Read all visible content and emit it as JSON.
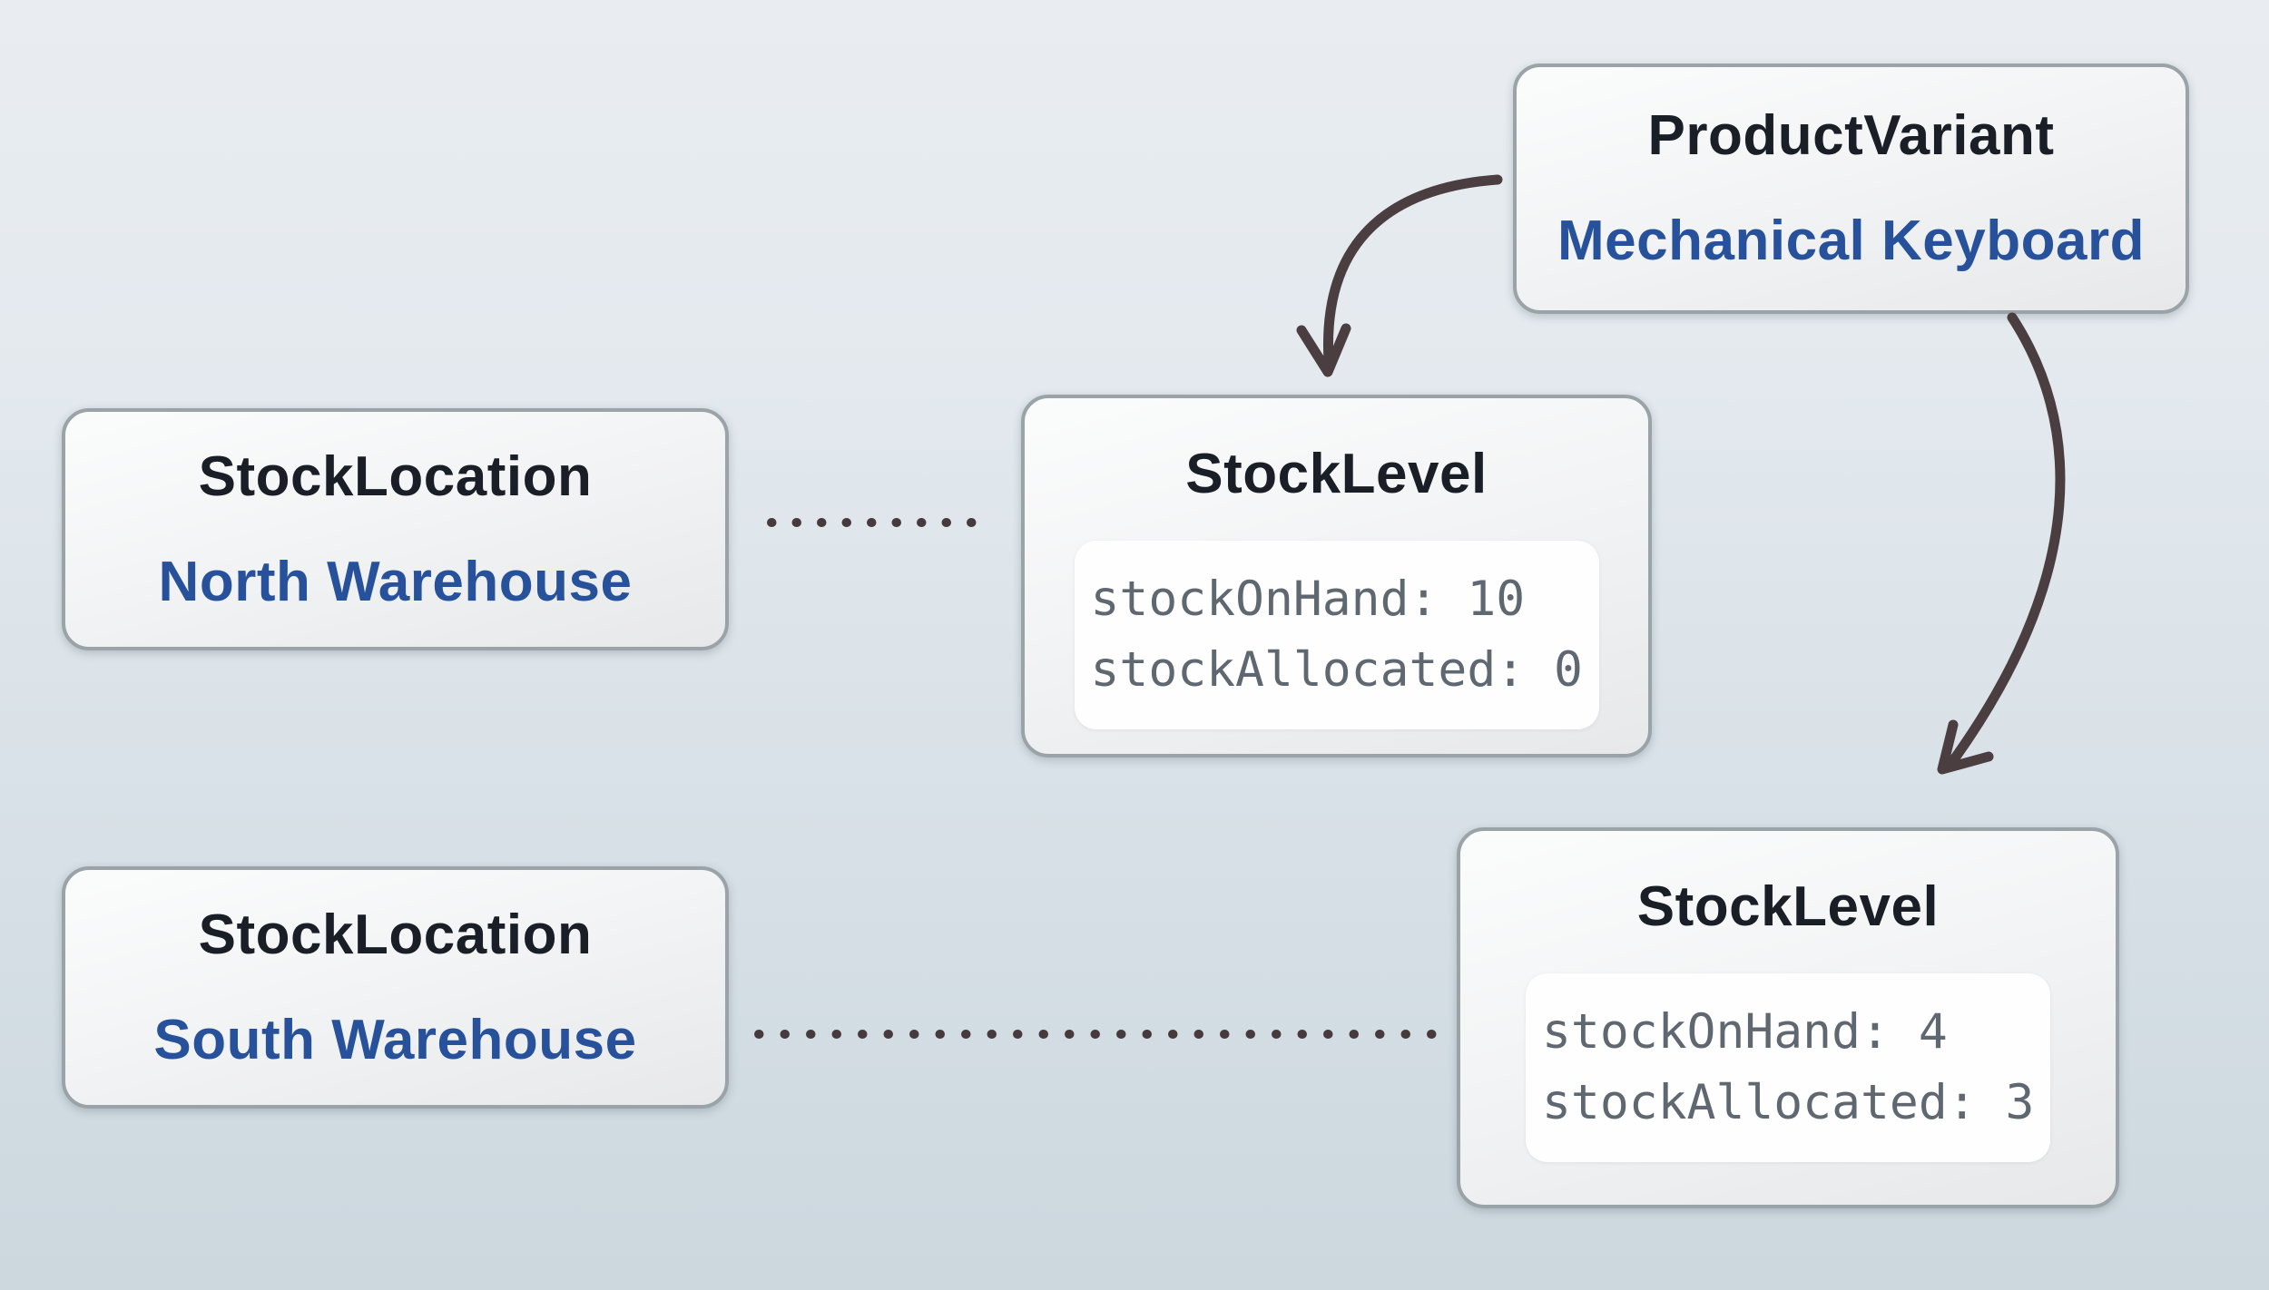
{
  "diagram": {
    "nodes": {
      "product_variant": {
        "type": "ProductVariant",
        "name": "Mechanical Keyboard"
      },
      "stock_level_north": {
        "type": "StockLevel",
        "fields": [
          "stockOnHand: 10",
          "stockAllocated: 0"
        ]
      },
      "stock_level_south": {
        "type": "StockLevel",
        "fields": [
          "stockOnHand: 4",
          "stockAllocated: 3"
        ]
      },
      "stock_location_north": {
        "type": "StockLocation",
        "name": "North Warehouse"
      },
      "stock_location_south": {
        "type": "StockLocation",
        "name": "South Warehouse"
      }
    },
    "edges": [
      {
        "from": "product_variant",
        "to": "stock_level_north",
        "style": "curved-arrow"
      },
      {
        "from": "product_variant",
        "to": "stock_level_south",
        "style": "curved-arrow"
      },
      {
        "from": "stock_location_north",
        "to": "stock_level_north",
        "style": "dotted-line"
      },
      {
        "from": "stock_location_south",
        "to": "stock_level_south",
        "style": "dotted-line"
      }
    ],
    "colors": {
      "background_top": "#e9edf1",
      "background_bottom": "#ccd7de",
      "node_border": "#9aa3a8",
      "node_fill": "#f3f4f5",
      "field_box_fill": "#fefefe",
      "type_text": "#1a1e26",
      "instance_text": "#27519b",
      "field_text": "#5f6771",
      "connector": "#4b3e41"
    }
  }
}
